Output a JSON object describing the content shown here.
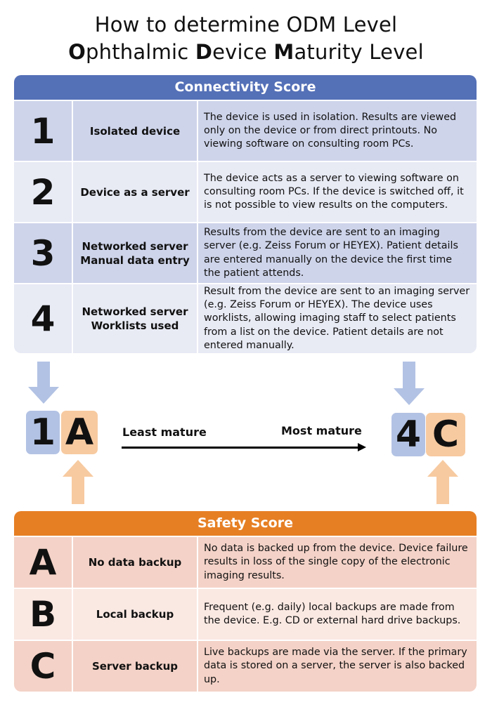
{
  "title": {
    "line1": "How to determine ODM Level",
    "line2_parts": [
      {
        "b": "O",
        "r": "phthalmic "
      },
      {
        "b": "D",
        "r": "evice "
      },
      {
        "b": "M",
        "r": "aturity Level"
      }
    ]
  },
  "title_line2_text": "Ophthalmic Device Maturity Level",
  "connectivity": {
    "header": "Connectivity Score",
    "rows": [
      {
        "score": "1",
        "name": "Isolated device",
        "name2": "",
        "desc": "The device is used in isolation. Results are viewed only on the device or from direct printouts. No viewing software on consulting room PCs."
      },
      {
        "score": "2",
        "name": "Device as a server",
        "name2": "",
        "desc": "The device acts as a server to viewing software on consulting room PCs. If the device is switched off, it is not possible to view results on the computers."
      },
      {
        "score": "3",
        "name": "Networked server",
        "name2": "Manual data entry",
        "desc": "Results from the device are sent to an imaging server (e.g. Zeiss Forum or HEYEX). Patient details are entered manually on the device the first time the patient attends."
      },
      {
        "score": "4",
        "name": "Networked server",
        "name2": "Worklists used",
        "desc": "Result from the device are sent to an imaging server (e.g. Zeiss Forum or HEYEX). The device uses worklists, allowing imaging staff to select patients from a list on the device. Patient details are not entered manually."
      }
    ]
  },
  "scale": {
    "min_num": "1",
    "min_letter": "A",
    "max_num": "4",
    "max_letter": "C",
    "least": "Least mature",
    "most": "Most mature"
  },
  "safety": {
    "header": "Safety Score",
    "rows": [
      {
        "score": "A",
        "name": "No data backup",
        "desc": "No data is backed up from the device. Device failure results in loss of the single copy of the electronic imaging results."
      },
      {
        "score": "B",
        "name": "Local backup",
        "desc": "Frequent (e.g. daily) local backups are made from the device. E.g. CD or external hard drive backups."
      },
      {
        "score": "C",
        "name": "Server backup",
        "desc": "Live backups are made via the server. If the primary data is stored on a server, the server is also backed up."
      }
    ]
  },
  "colors": {
    "blue_header": "#5470b7",
    "orange_header": "#e67f24",
    "blue_badge": "#b2c2e4",
    "orange_badge": "#f7caa0"
  }
}
